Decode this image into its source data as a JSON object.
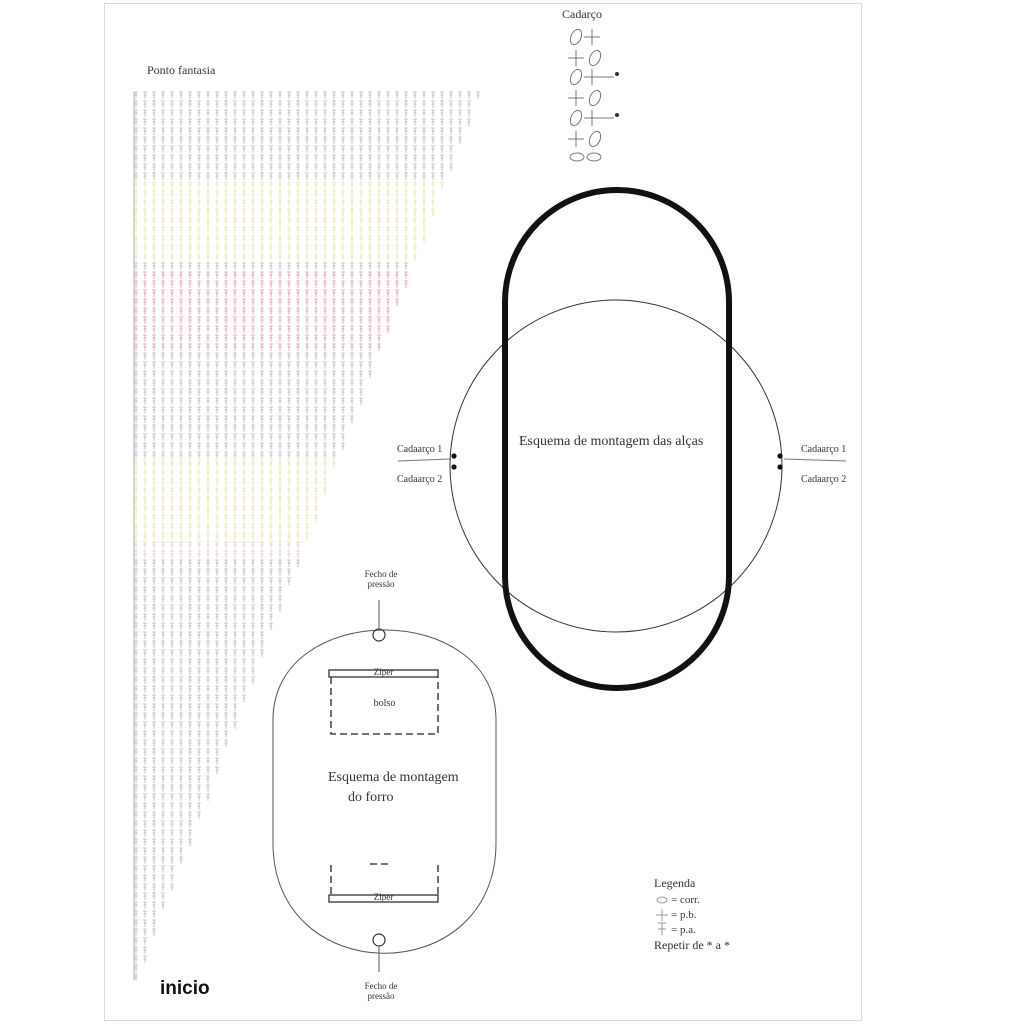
{
  "chart": {
    "title": "Ponto fantasia",
    "start_label": "inicio"
  },
  "lace": {
    "title": "Cadarço"
  },
  "handles": {
    "title": "Esquema de montagem das alças",
    "left_cord_1": "Cadaarço 1",
    "left_cord_2": "Cadaarço 2",
    "right_cord_1": "Cadaarço 1",
    "right_cord_2": "Cadaarço 2"
  },
  "lining": {
    "title_line1": "Esquema de montagem",
    "title_line2": "do forro",
    "snap_top": "Fecho de pressão",
    "snap_bottom": "Fecho de pressão",
    "zipper_top": "Ziper",
    "pocket": "bolso",
    "zipper_bottom": "Ziper"
  },
  "legend": {
    "title": "Legenda",
    "item_chain": "= corr.",
    "item_single": "= p.b.",
    "item_double": "= p.a.",
    "repeat": "Repetir de * a *"
  },
  "colors": {
    "line": "#111111",
    "thin_line": "#555555",
    "stitch_gray": "#b8b8b8",
    "stitch_yellow": "#e8e2a0",
    "stitch_red": "#d9a0a8",
    "stitch_pink": "#e6c6cc"
  }
}
